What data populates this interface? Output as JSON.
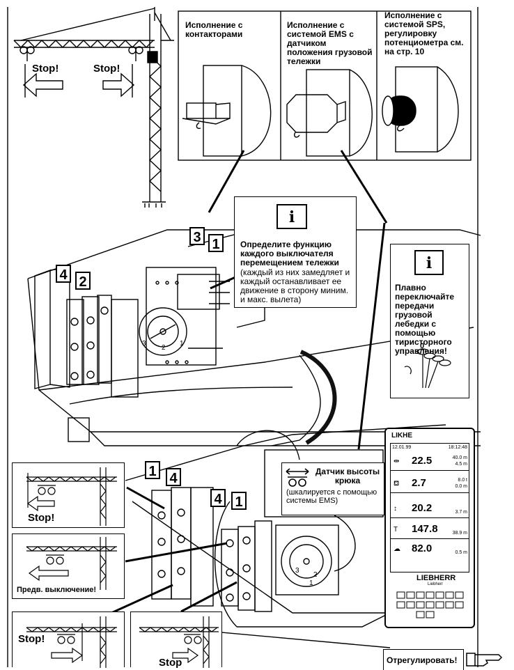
{
  "variants": [
    {
      "title": "Исполнение с контакторами"
    },
    {
      "title": "Исполнение с системой EMS с датчиком положения грузовой тележки"
    },
    {
      "title": "Исполнение с системой SPS, регулировку потенциометра см. на стр. 10"
    }
  ],
  "info_main": "Определите функцию каждого выключателя перемещением тележки",
  "info_main_note": "(каждый из них замедляет и каждый останавливает ее движение в сторону миним. и макс. вылета)",
  "info_side": "Плавно переключайте передачи грузовой лебедки с помощью тиристорного управления!",
  "lever_zero": "0",
  "info_symbol": "i",
  "stop_label": "Stop!",
  "stop_partial": "Stop",
  "prestop_label": "Предв. выключение!",
  "sensor_title": "Датчик высоты крюка",
  "sensor_note": "(шкалируется с помощью системы EMS)",
  "adjust_label": "Отрегулировать!",
  "switch_numbers": {
    "a": "3",
    "b": "1",
    "c": "4",
    "d": "2",
    "e": "1",
    "f": "4",
    "g": "4",
    "h": "1"
  },
  "small_digits": {
    "s1": "3",
    "s2": "2",
    "s3": "1",
    "s4": "3",
    "s5": "2",
    "s6": "1"
  },
  "display": {
    "brand": "LIKHE",
    "date": "12.01.99",
    "time": "18:12:48",
    "rows": [
      {
        "value": "22.5",
        "unit_top": "40.0 m",
        "unit_bot": "4.5 m"
      },
      {
        "value": "2.7",
        "unit_top": "8.0 t",
        "unit_bot": "0.0 m"
      },
      {
        "value": "20.2",
        "unit_top": "",
        "unit_bot": "3.7 m"
      },
      {
        "value": "147.8",
        "unit_top": "",
        "unit_bot": "38.9 m"
      },
      {
        "value": "82.0",
        "unit_top": "",
        "unit_bot": "0.5 m"
      }
    ],
    "logo": "LIEBHERR",
    "logo_sub": "Liebherr"
  }
}
